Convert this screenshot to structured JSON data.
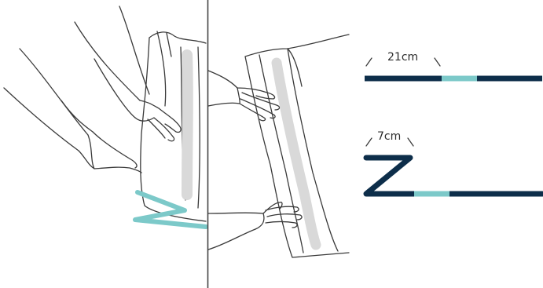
{
  "labels": {
    "measure_top": "21cm",
    "measure_bottom": "7cm"
  },
  "colors": {
    "stroke": "#3a3a3a",
    "fold_band": "#d9d9d9",
    "accent": "#7cc9c9",
    "bar": "#0d2e4a",
    "divider": "#444444"
  },
  "icons": {
    "left_panel": "hands-holding-cloth-illustration",
    "middle_panel": "hands-rolling-cloth-illustration",
    "straight_diagram": "straight-strip-measure",
    "zigzag_diagram": "zigzag-fold-measure"
  }
}
